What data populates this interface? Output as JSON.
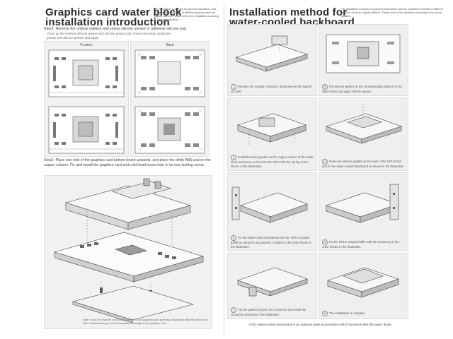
{
  "left": {
    "title_line1": "Graphics card water block",
    "title_line2": "installation introduction",
    "notice": "The installation examples are general instructions, and the installation methods of different graphics cards are slightly different. Please refer to the installation according to the actual situation.",
    "step1": "Step1: Remove the original radiator and smear silicone grease or adhesive silicone pad.",
    "step1_sub": "Clean up the residual silicone grease and silicone grease pad, smear new heat conductive grease and silicone grease pad again.",
    "label_positive": "Positive",
    "label_back": "Back",
    "step2": "Step2: Place one side of the graphics card bottom board upwards, and place the white ABS pad on the copper column. Fix and install the graphics card and cold head screw hole to its rear locking screw.",
    "footnote": "Note: If you find that the cold head does not fit the graphics card perfectly, installation shall be carried out after troubleshooting to avoid irreparable damage to the graphics card."
  },
  "right": {
    "title_line1": "Installation method for",
    "title_line2": "water-cooled backboard",
    "notice": "The installation examples are general instructions, and the installation methods of different graphics cards are slightly different. Please refer to the installation according to the actual situation.",
    "steps": [
      {
        "num": "1",
        "text": "Remove the original connector, and preserve the square nut well."
      },
      {
        "num": "2",
        "text": "Put silicone gasket on the corresponding position of the water block and apply silicone grease."
      },
      {
        "num": "3",
        "text": "Install the black gasket on the copper column of the water block and screw and secure the GPU with the spring screw shown in the illustration."
      },
      {
        "num": "4",
        "text": "Paste the silicone gasket on the back of the GPU RAM and fix the water-cooled backboard as shown in the illustration."
      },
      {
        "num": "5",
        "text": "Fix the water-cooled backboard and the GPU's original baffle by using the accessories included in the order shown in the illustration."
      },
      {
        "num": "6",
        "text": "Fix the GPU's original baffle with the accessory in the order shown in the illustration."
      },
      {
        "num": "7",
        "text": "Put the gasket ring into the connector and install the connector as shown in the illustration."
      },
      {
        "num": "8",
        "text": "The installation is complete"
      }
    ],
    "footer": "GPU water-cooled backboard is an optional sales accessories which functions with the water block."
  }
}
